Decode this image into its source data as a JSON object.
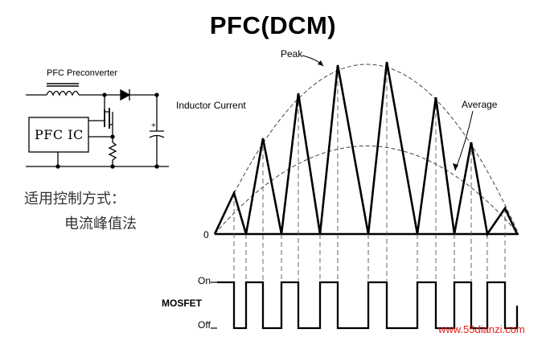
{
  "title": "PFC(DCM)",
  "schematic": {
    "preconverter_label": "PFC Preconverter",
    "ic_label": "PFC IC",
    "capacitor_polarity": "+"
  },
  "control_method": {
    "line1": "适用控制方式：",
    "line2": "电流峰值法"
  },
  "waveform": {
    "inductor_label": "Inductor Current",
    "peak_label": "Peak",
    "average_label": "Average",
    "zero_label": "0",
    "on_label": "On",
    "off_label": "Off",
    "mosfet_label": "MOSFET"
  },
  "watermark": "www.55dianzi.com",
  "colors": {
    "line": "#000000",
    "dashed": "#444444",
    "watermark": "#e31b1b"
  }
}
